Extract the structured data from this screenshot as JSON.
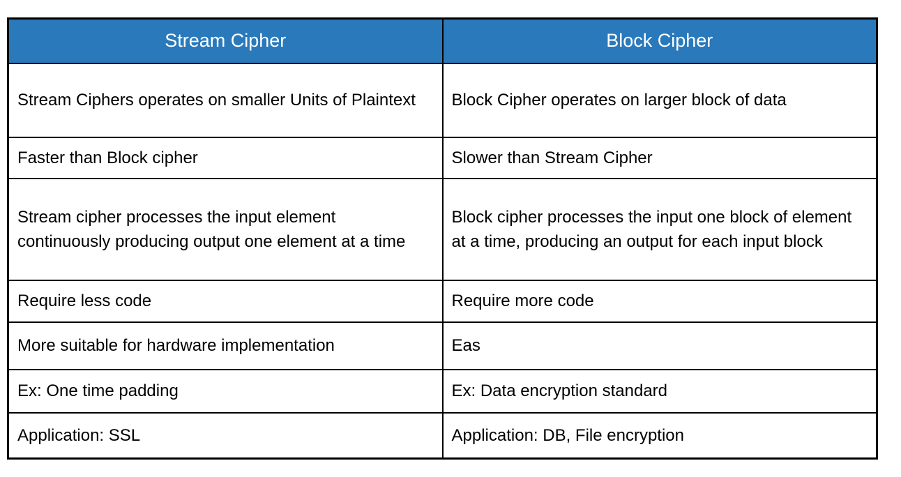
{
  "page": {
    "background": "#ffffff"
  },
  "table": {
    "header": {
      "background": "#2979BB",
      "text_color": "#ffffff",
      "border_color": "#000000",
      "columns": [
        "Stream Cipher",
        "Block Cipher"
      ]
    },
    "rows": [
      {
        "left": "Stream Ciphers operates on smaller Units of Plaintext",
        "right": "Block Cipher operates on larger block of data"
      },
      {
        "left": "Faster than Block cipher",
        "right": "Slower than Stream Cipher"
      },
      {
        "left": "Stream cipher processes the input element continuously producing output one element at a time",
        "right": "Block cipher processes the input one block of element at a time, producing an output for each input block"
      },
      {
        "left": "Require less code",
        "right": "Require more code"
      },
      {
        "left": "More suitable for hardware implementation",
        "right": "Eas"
      },
      {
        "left": "Ex: One time padding",
        "right": "Ex: Data encryption standard"
      },
      {
        "left": "Application: SSL",
        "right": "Application: DB, File encryption"
      }
    ]
  }
}
